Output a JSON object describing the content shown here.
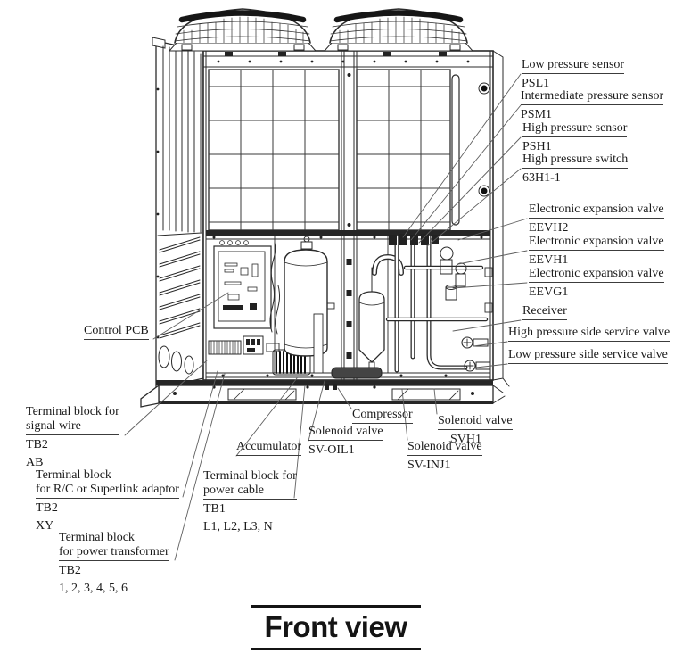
{
  "title": "Front view",
  "colors": {
    "ink": "#1f1f1f",
    "leader": "#5f5f5f"
  },
  "labels": {
    "low_pressure_sensor": {
      "line1": "Low pressure sensor",
      "code1": "PSL1"
    },
    "intermediate_pressure_sensor": {
      "line1": "Intermediate pressure sensor",
      "code1": "PSM1"
    },
    "high_pressure_sensor": {
      "line1": "High pressure sensor",
      "code1": "PSH1"
    },
    "high_pressure_switch": {
      "line1": "High pressure switch",
      "code1": "63H1-1"
    },
    "eev_h2": {
      "line1": "Electronic expansion valve",
      "code1": "EEVH2"
    },
    "eev_h1": {
      "line1": "Electronic expansion valve",
      "code1": "EEVH1"
    },
    "eev_g1": {
      "line1": "Electronic expansion valve",
      "code1": "EEVG1"
    },
    "receiver": {
      "line1": "Receiver"
    },
    "hp_service_valve": {
      "line1": "High pressure side service valve"
    },
    "lp_service_valve": {
      "line1": "Low pressure side service valve"
    },
    "control_pcb": {
      "line1": "Control PCB"
    },
    "tb_signal": {
      "line1": "Terminal block for",
      "line2": "signal wire",
      "code1": "TB2",
      "code2": "AB"
    },
    "tb_rc": {
      "line1": "Terminal block",
      "line2": "for R/C or Superlink adaptor",
      "code1": "TB2",
      "code2": "XY"
    },
    "tb_transformer": {
      "line1": "Terminal block",
      "line2": "for power transformer",
      "code1": "TB2",
      "code2": "1, 2, 3, 4, 5, 6"
    },
    "tb_power_cable": {
      "line1": "Terminal block for",
      "line2": "power cable",
      "code1": "TB1",
      "code2": "L1, L2, L3, N"
    },
    "accumulator": {
      "line1": "Accumulator"
    },
    "sv_oil1": {
      "line1": "Solenoid valve",
      "code1": "SV-OIL1"
    },
    "compressor": {
      "line1": "Compressor"
    },
    "svh1": {
      "line1": "Solenoid valve",
      "code1": "SVH1"
    },
    "sv_inj1": {
      "line1": "Solenoid valve",
      "code1": "SV-INJ1"
    }
  }
}
